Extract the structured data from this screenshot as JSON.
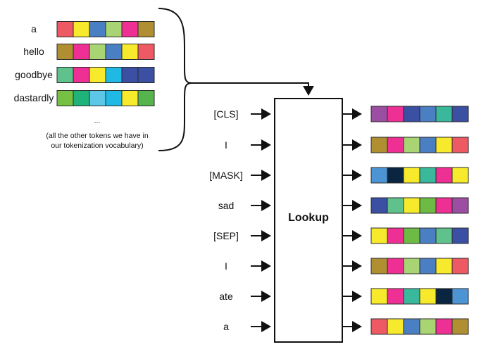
{
  "vocabulary": [
    {
      "token": "a",
      "colors": [
        "#ee5a64",
        "#f7ea2c",
        "#4b7fc4",
        "#a8d474",
        "#ee2f93",
        "#b08f33"
      ]
    },
    {
      "token": "hello",
      "colors": [
        "#b08f33",
        "#ee2f93",
        "#a8d474",
        "#4b7fc4",
        "#f7ea2c",
        "#ee5a64"
      ]
    },
    {
      "token": "goodbye",
      "colors": [
        "#5fc18b",
        "#ee2f93",
        "#f7ea2c",
        "#1fb9e4",
        "#3b4fa3",
        "#3b4fa3"
      ]
    },
    {
      "token": "dastardly",
      "colors": [
        "#76c043",
        "#1fb37a",
        "#5cc7e6",
        "#1fb9e4",
        "#f7ea2c",
        "#56b44d"
      ]
    }
  ],
  "vocab_ellipsis": "...",
  "vocab_note_lines": [
    "(all the other tokens we have in",
    "our tokenization vocabulary)"
  ],
  "lookup_label": "Lookup",
  "input_tokens": [
    "[CLS]",
    "I",
    "[MASK]",
    "sad",
    "[SEP]",
    "I",
    "ate",
    "a"
  ],
  "output_embeddings": [
    [
      "#9c4fa2",
      "#ee2f93",
      "#3b4fa3",
      "#4b7fc4",
      "#39b89c",
      "#3b4fa3"
    ],
    [
      "#b08f33",
      "#ee2f93",
      "#a8d474",
      "#4b7fc4",
      "#f7ea2c",
      "#ee5a64"
    ],
    [
      "#4d94d4",
      "#0a2540",
      "#f7ea2c",
      "#39b89c",
      "#ee2f93",
      "#f7ea2c"
    ],
    [
      "#3b4fa3",
      "#5fc18b",
      "#f7ea2c",
      "#6dbb45",
      "#ee2f93",
      "#9c4fa2"
    ],
    [
      "#f7ea2c",
      "#ee2f93",
      "#6dbb45",
      "#4b7fc4",
      "#5fc18b",
      "#3b4fa3"
    ],
    [
      "#b08f33",
      "#ee2f93",
      "#a8d474",
      "#4b7fc4",
      "#f7ea2c",
      "#ee5a64"
    ],
    [
      "#f7ea2c",
      "#ee2f93",
      "#39b89c",
      "#f7ea2c",
      "#0a2540",
      "#4d94d4"
    ],
    [
      "#ee5a64",
      "#f7ea2c",
      "#4b7fc4",
      "#a8d474",
      "#ee2f93",
      "#b08f33"
    ]
  ]
}
